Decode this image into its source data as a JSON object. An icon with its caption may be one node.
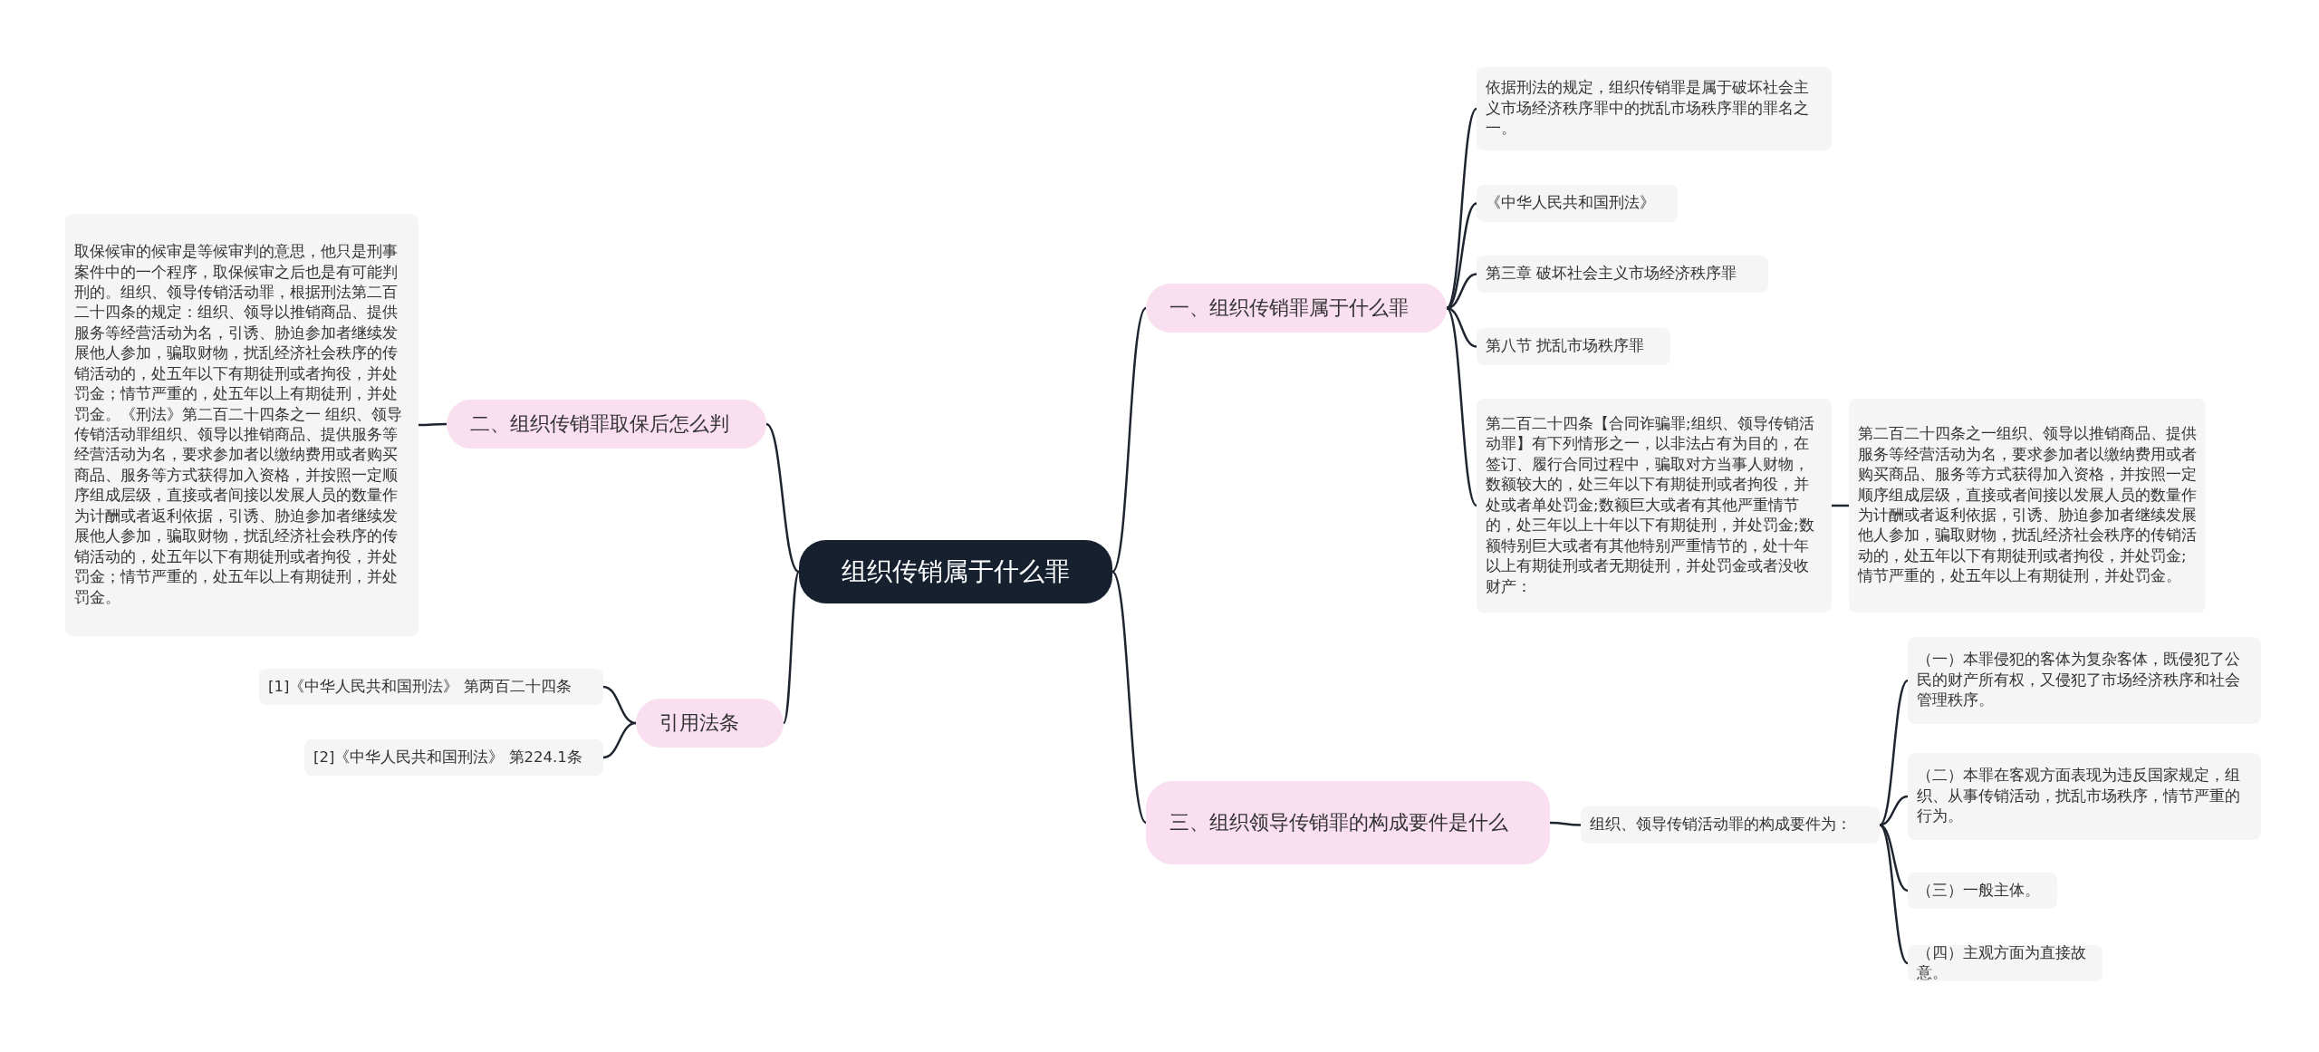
{
  "diagram": {
    "nodes": [
      {
        "text": [
          "组织传销属于什么罪"
        ]
      },
      {
        "text": [
          "一、组织传销罪属于什么罪"
        ]
      },
      {
        "text": [
          "依据刑法的规定，组织传销罪是属于破坏社会主义市场经济秩序罪中的扰乱市场秩序罪的罪名之一。"
        ]
      },
      {
        "text": [
          "《中华人民共和国刑法》"
        ]
      },
      {
        "text": [
          "第三章 破坏社会主义市场经济秩序罪"
        ]
      },
      {
        "text": [
          "第八节 扰乱市场秩序罪"
        ]
      },
      {
        "text": [
          "第二百二十四条【合同诈骗罪;组织、领导传销活动罪】有下列情形之一，以非法占有为目的，在签订、履行合同过程中，骗取对方当事人财物，数额较大的，处三年以下有期徒刑或者拘役，并处或者单处罚金;数额巨大或者有其他严重情节的，处三年以上十年以下有期徒刑，并处罚金;数额特别巨大或者有其他特别严重情节的，处十年以上有期徒刑或者无期徒刑，并处罚金或者没收财产："
        ]
      },
      {
        "text": [
          "第二百二十四条之一组织、领导以推销商品、提供服务等经营活动为名，要求参加者以缴纳费用或者购买商品、服务等方式获得加入资格，并按照一定顺序组成层级，直接或者间接以发展人员的数量作为计酬或者返利依据，引诱、胁迫参加者继续发展他人参加，骗取财物，扰乱经济社会秩序的传销活动的，处五年以下有期徒刑或者拘役，并处罚金;情节严重的，处五年以上有期徒刑，并处罚金。"
        ]
      },
      {
        "text": [
          "二、组织传销罪取保后怎么判"
        ]
      },
      {
        "text": [
          "取保候审的候审是等候审判的意思，他只是刑事案件中的一个程序，取保候审之后也是有可能判刑的。组织、领导传销活动罪，根据刑法第二百二十四条的规定：组织、领导以推销商品、提供服务等经营活动为名，引诱、胁迫参加者继续发展他人参加，骗取财物，扰乱经济社会秩序的传销活动的，处五年以下有期徒刑或者拘役，并处罚金；情节严重的，处五年以上有期徒刑，并处罚金。《刑法》第二百二十四条之一 组织、领导传销活动罪组织、领导以推销商品、提供服务等经营活动为名，要求参加者以缴纳费用或者购买商品、服务等方式获得加入资格，并按照一定顺序组成层级，直接或者间接以发展人员的数量作为计酬或者返利依据，引诱、胁迫参加者继续发展他人参加，骗取财物，扰乱经济社会秩序的传销活动的，处五年以下有期徒刑或者拘役，并处罚金；情节严重的，处五年以上有期徒刑，并处罚金。"
        ]
      },
      {
        "text": [
          "引用法条"
        ]
      },
      {
        "text": [
          "[1]《中华人民共和国刑法》 第两百二十四条"
        ]
      },
      {
        "text": [
          "[2]《中华人民共和国刑法》 第224.1条"
        ]
      },
      {
        "text": [
          "三、组织领导传销罪的构成要件是什么"
        ]
      },
      {
        "text": [
          "组织、领导传销活动罪的构成要件为："
        ]
      },
      {
        "text": [
          "（一）本罪侵犯的客体为复杂客体，既侵犯了公民的财产所有权，又侵犯了市场经济秩序和社会管理秩序。"
        ]
      },
      {
        "text": [
          "（二）本罪在客观方面表现为违反国家规定，组织、从事传销活动，扰乱市场秩序，情节严重的行为。"
        ]
      },
      {
        "text": [
          "（三）一般主体。"
        ]
      },
      {
        "text": [
          "（四）主观方面为直接故意。"
        ]
      }
    ],
    "edges": [
      {
        "from": 0,
        "to": 1,
        "arrow": "none"
      },
      {
        "from": 1,
        "to": 2,
        "arrow": "none"
      },
      {
        "from": 1,
        "to": 3,
        "arrow": "none"
      },
      {
        "from": 1,
        "to": 4,
        "arrow": "none"
      },
      {
        "from": 1,
        "to": 5,
        "arrow": "none"
      },
      {
        "from": 1,
        "to": 6,
        "arrow": "none"
      },
      {
        "from": 6,
        "to": 7,
        "arrow": "none"
      },
      {
        "from": 0,
        "to": 8,
        "arrow": "none"
      },
      {
        "from": 8,
        "to": 9,
        "arrow": "none"
      },
      {
        "from": 0,
        "to": 10,
        "arrow": "none"
      },
      {
        "from": 10,
        "to": 11,
        "arrow": "none"
      },
      {
        "from": 10,
        "to": 12,
        "arrow": "none"
      },
      {
        "from": 0,
        "to": 13,
        "arrow": "none"
      },
      {
        "from": 13,
        "to": 14,
        "arrow": "none"
      },
      {
        "from": 14,
        "to": 15,
        "arrow": "none"
      },
      {
        "from": 14,
        "to": 16,
        "arrow": "none"
      },
      {
        "from": 14,
        "to": 17,
        "arrow": "none"
      },
      {
        "from": 14,
        "to": 18,
        "arrow": "none"
      }
    ]
  }
}
